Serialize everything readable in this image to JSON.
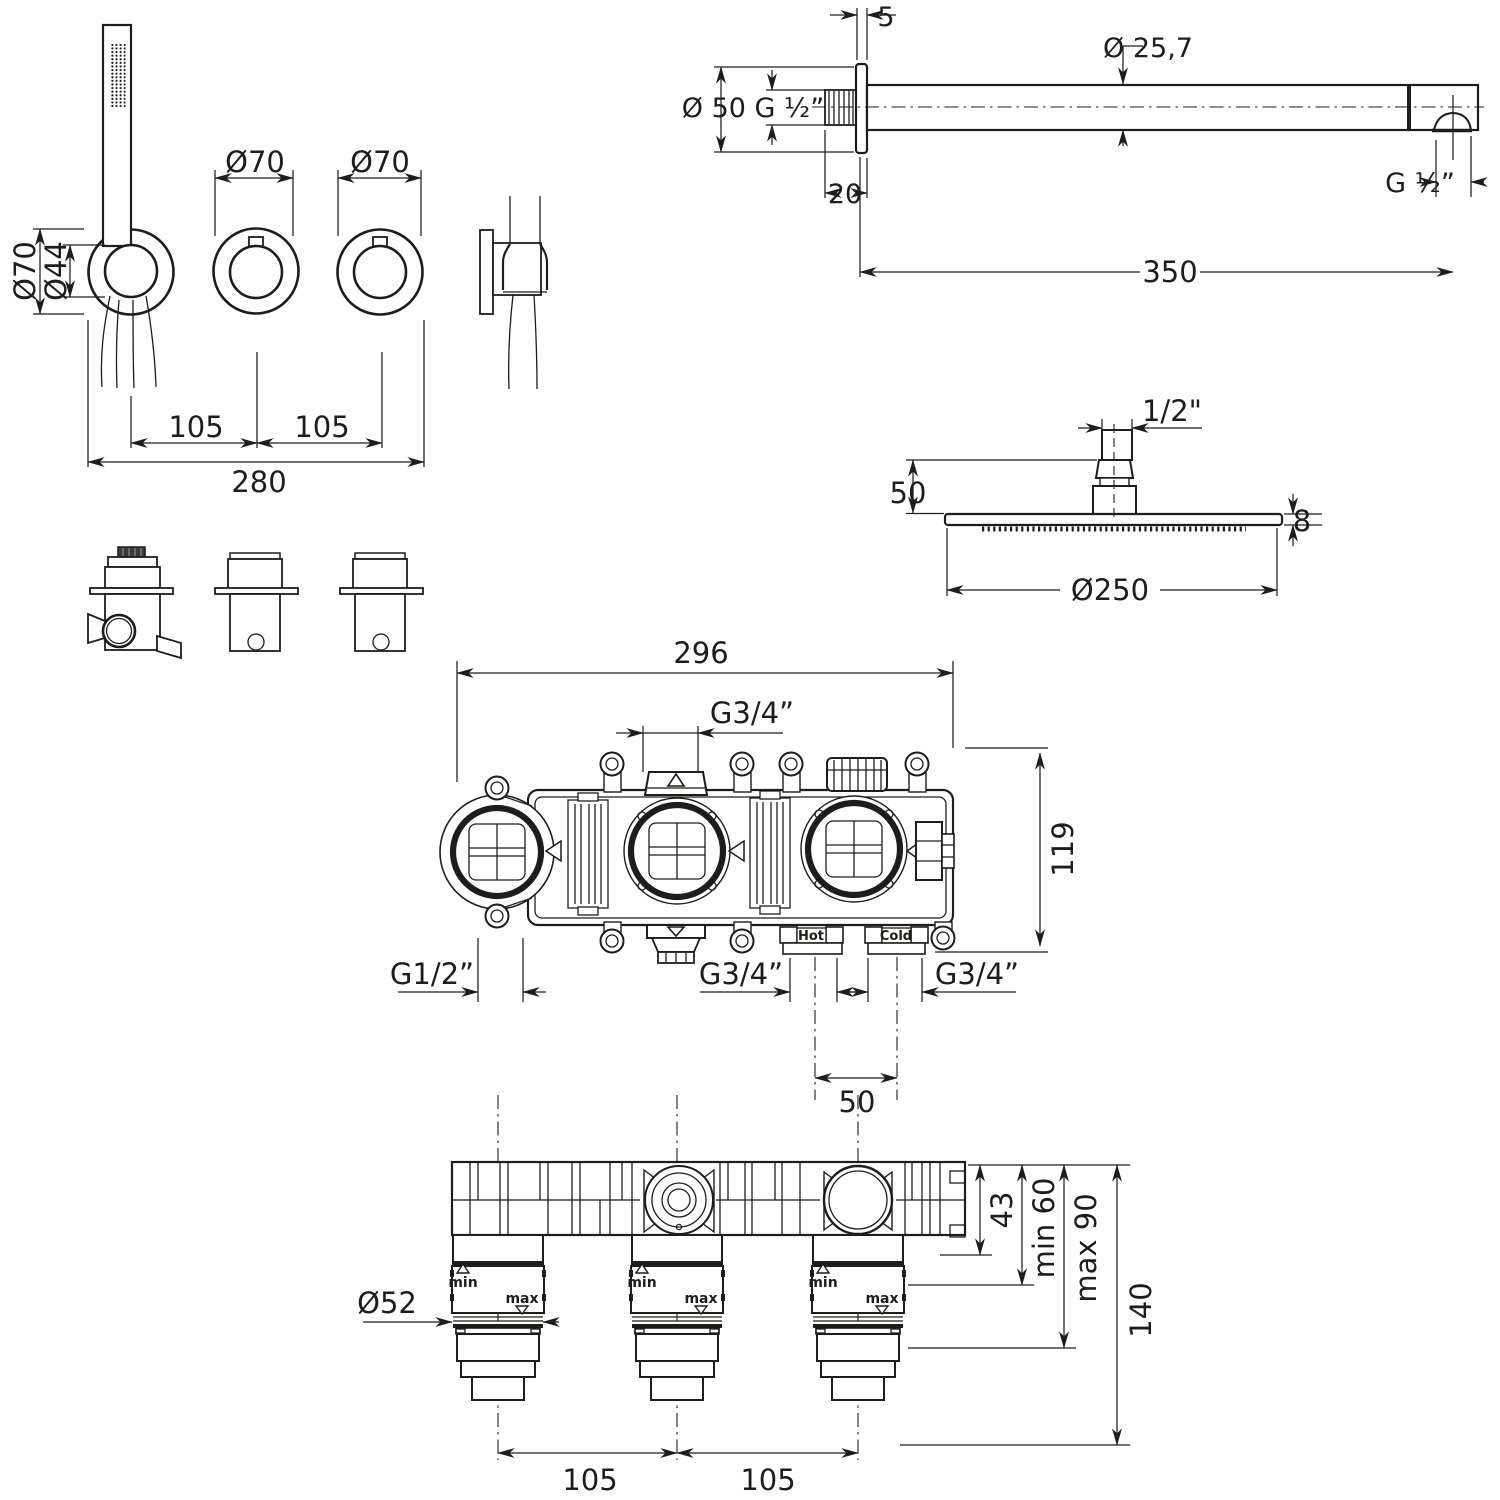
{
  "drawing": {
    "background": "#ffffff",
    "line_color": "#1d1d1b",
    "views": {
      "mixer_front": {
        "labels": {
          "dia_outer": "Ø70",
          "dia_inner": "Ø44",
          "knob2_dia": "Ø70",
          "knob3_dia": "Ø70",
          "pitch_left": "105",
          "pitch_right": "105",
          "overall": "280"
        }
      },
      "shower_arm": {
        "labels": {
          "flange_thickness": "5",
          "pipe_dia": "Ø 25,7",
          "rosette": "Ø 50 G ½”",
          "wall_offset": "20",
          "length": "350",
          "outlet_thread": "G ½”"
        }
      },
      "shower_head": {
        "labels": {
          "thread": "1/2\"",
          "stem_height": "50",
          "plate_thickness": "8",
          "dia": "Ø250"
        }
      },
      "valve_front": {
        "labels": {
          "width": "296",
          "top_port": "G3/4”",
          "height": "119",
          "left_port": "G1/2”",
          "mid_port": "G3/4”",
          "right_port": "G3/4”",
          "inlet_spacing": "50",
          "hot": "Hot",
          "cold": "Cold"
        }
      },
      "valve_bottom": {
        "labels": {
          "cartridge_dia": "Ø52",
          "pitch_left": "105",
          "pitch_right": "105",
          "block_depth": "43",
          "depth_min": "min 60",
          "depth_max": "max 90",
          "overall_depth": "140",
          "min": "min",
          "max": "max"
        }
      }
    }
  }
}
